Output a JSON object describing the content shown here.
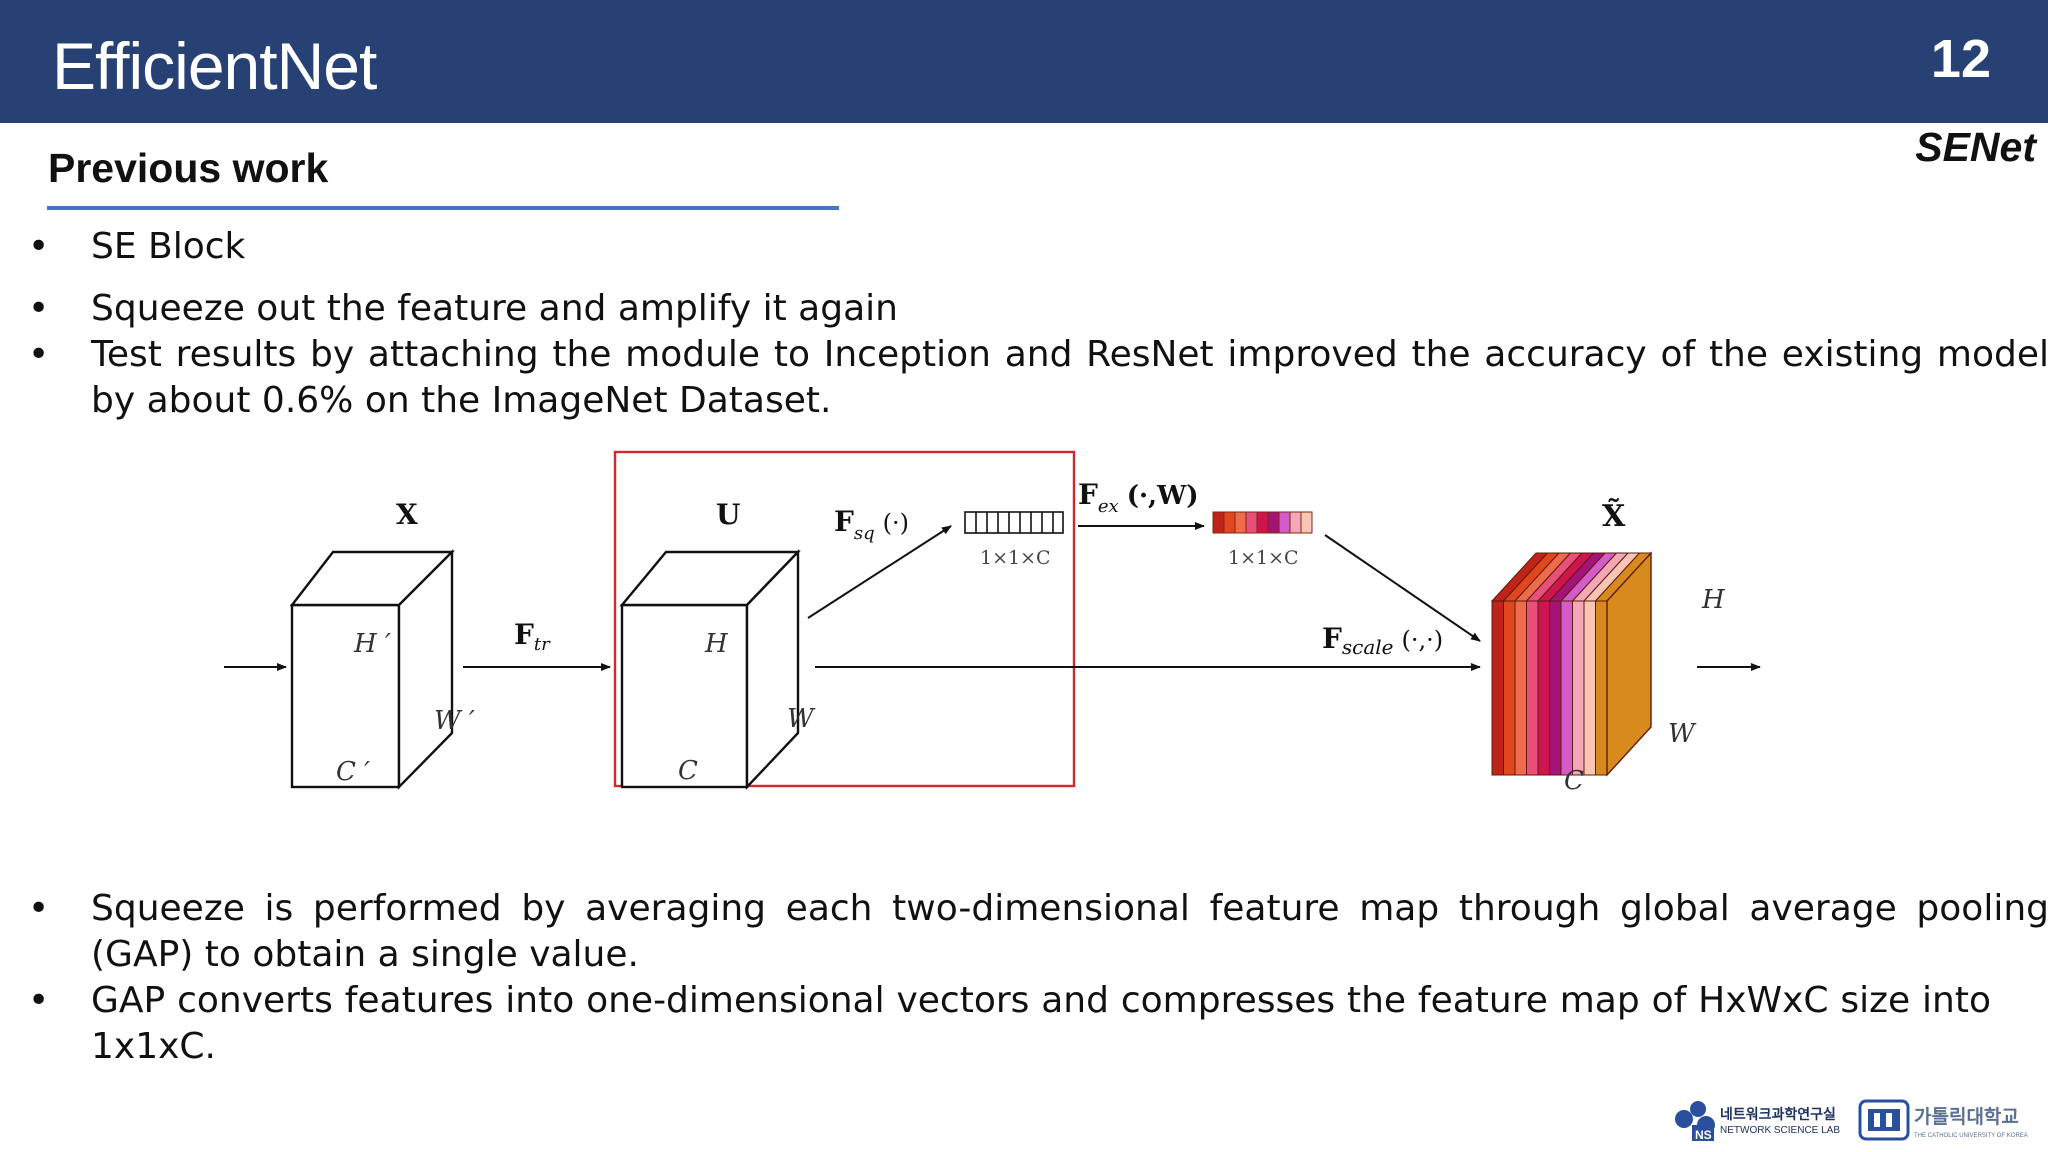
{
  "header": {
    "title": "EfficientNet",
    "page_number": "12",
    "background": "#274174"
  },
  "tag": "SENet",
  "section": {
    "heading": "Previous work",
    "underline_color": "#4a74c4"
  },
  "bullets_top": [
    {
      "marker": "•",
      "text": "SE Block"
    },
    {
      "marker": "•",
      "text": "Squeeze out the feature and amplify it again"
    },
    {
      "marker": "•",
      "text": "Test results by attaching the module to Inception and ResNet improved the accuracy of the existing model by about 0.6% on the ImageNet Dataset."
    }
  ],
  "diagram": {
    "input_label": "X",
    "input_h": "H ′",
    "input_w": "W ′",
    "input_c": "C ′",
    "ftr_label": "F",
    "ftr_sub": "tr",
    "u_label": "U",
    "u_h": "H",
    "u_w": "W",
    "u_c": "C",
    "fsq_label": "F",
    "fsq_sub": "sq",
    "fsq_args": "(·)",
    "vec1_label": "1×1×C",
    "fex_label": "F",
    "fex_sub": "ex",
    "fex_args": "(·,W)",
    "vec2_label": "1×1×C",
    "fscale_label": "F",
    "fscale_sub": "scale",
    "fscale_args": "(·,·)",
    "out_label": "X̃",
    "out_h": "H",
    "out_w": "W",
    "out_c": "C",
    "highlight_color": "#d0292b",
    "out_slice_colors": [
      "#c0231a",
      "#e1461f",
      "#f06a4c",
      "#e8507a",
      "#d0154e",
      "#a5127a",
      "#d35cc8",
      "#f3a7b7",
      "#f9c6b6",
      "#d98a1e"
    ],
    "vec2_colors": [
      "#c0231a",
      "#e1461f",
      "#f06a4c",
      "#e8507a",
      "#d0154e",
      "#a5127a",
      "#d35cc8",
      "#f3a7b7",
      "#f9c6b6"
    ]
  },
  "bullets_bottom": [
    {
      "marker": "•",
      "text": "Squeeze is performed by averaging each two-dimensional feature map through global average pooling (GAP) to obtain a single value."
    },
    {
      "marker": "•",
      "text": "GAP converts features into one-dimensional vectors and compresses the feature map of HxWxC size into 1x1xC."
    }
  ],
  "logos": {
    "lab_korean": "네트워크과학연구실",
    "lab_english": "NETWORK SCIENCE LAB",
    "lab_badge": "NS",
    "univ_korean": "가톨릭대학교",
    "univ_english": "THE CATHOLIC UNIVERSITY OF KOREA"
  }
}
